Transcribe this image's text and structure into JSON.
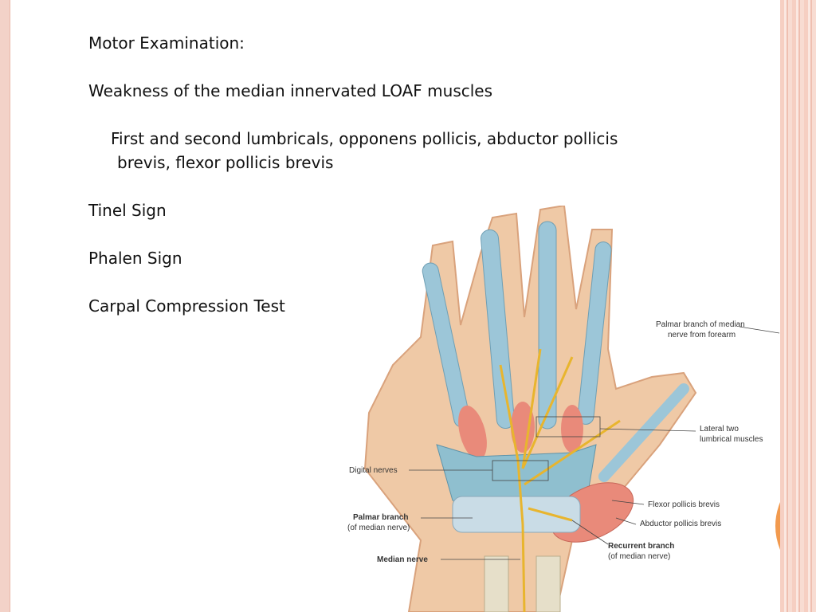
{
  "slide": {
    "heading": "Motor Examination:",
    "line1": "Weakness of the median innervated LOAF muscles",
    "line2a": "First and second lumbricals, opponens pollicis, abductor pollicis",
    "line2b": "brevis, flexor pollicis brevis",
    "line3": "Tinel Sign",
    "line4": "Phalen Sign",
    "line5": "Carpal Compression Test"
  },
  "illustration": {
    "label_palmar_branch_forearm_1": "Palmar branch of median",
    "label_palmar_branch_forearm_2": "nerve from forearm",
    "label_lateral_lumbricals_1": "Lateral two",
    "label_lateral_lumbricals_2": "lumbrical muscles",
    "label_digital_nerves": "Digital nerves",
    "label_flexor_pollicis_brevis": "Flexor pollicis brevis",
    "label_abductor_pollicis_brevis": "Abductor pollicis brevis",
    "label_palmar_branch_1": "Palmar branch",
    "label_palmar_branch_2": "(of median nerve)",
    "label_recurrent_branch_1": "Recurrent branch",
    "label_recurrent_branch_2": "(of median nerve)",
    "label_median_nerve": "Median nerve"
  },
  "colors": {
    "background_frame": "#f3d2c8",
    "skin": "#efc9a6",
    "tendon": "#9cc6d8",
    "muscle": "#e98a7a",
    "nerve": "#e8b52e"
  }
}
